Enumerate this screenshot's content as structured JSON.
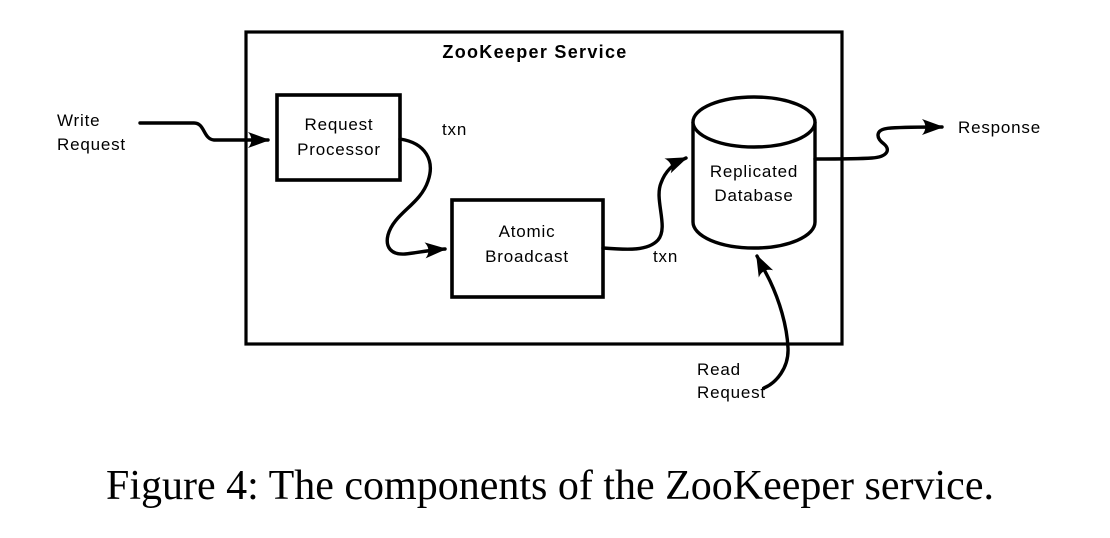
{
  "diagram": {
    "title": "ZooKeeper Service",
    "boxes": {
      "request_processor": {
        "line1": "Request",
        "line2": "Processor"
      },
      "atomic_broadcast": {
        "line1": "Atomic",
        "line2": "Broadcast"
      },
      "replicated_database": {
        "line1": "Replicated",
        "line2": "Database"
      }
    },
    "labels": {
      "write_request_line1": "Write",
      "write_request_line2": "Request",
      "read_request_line1": "Read",
      "read_request_line2": "Request",
      "response": "Response",
      "txn_after_request_processor": "txn",
      "txn_after_atomic_broadcast": "txn"
    },
    "colors": {
      "stroke": "#000000",
      "background": "#ffffff"
    }
  },
  "caption": {
    "text": "Figure 4: The components of the ZooKeeper service."
  }
}
